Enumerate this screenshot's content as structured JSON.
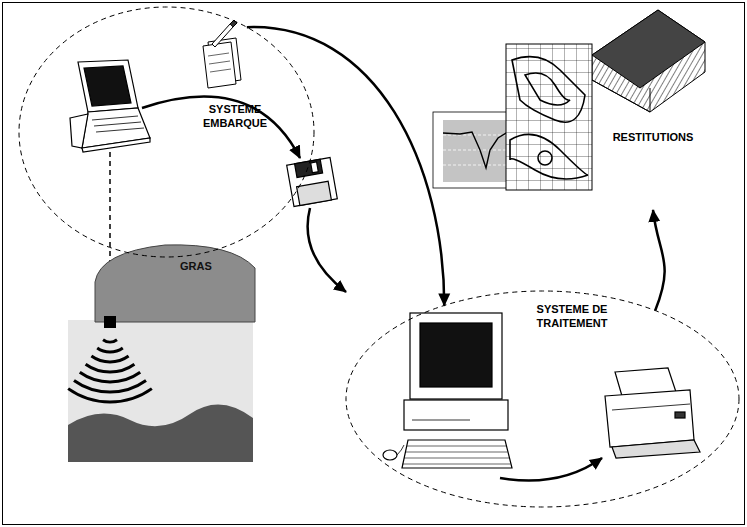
{
  "diagram": {
    "nodes": [
      {
        "text": [
          "SYSTEME EMBARQUE"
        ]
      },
      {
        "text": [
          "SYSTEME DE TRAITEMENT"
        ]
      },
      {
        "text": [
          "RESTITUTIONS"
        ]
      }
    ],
    "edges": [
      {
        "from": 0,
        "to": 1,
        "arrow": "to"
      },
      {
        "from": 1,
        "to": 2,
        "arrow": "to"
      }
    ],
    "labels": [
      "GRAS"
    ]
  }
}
